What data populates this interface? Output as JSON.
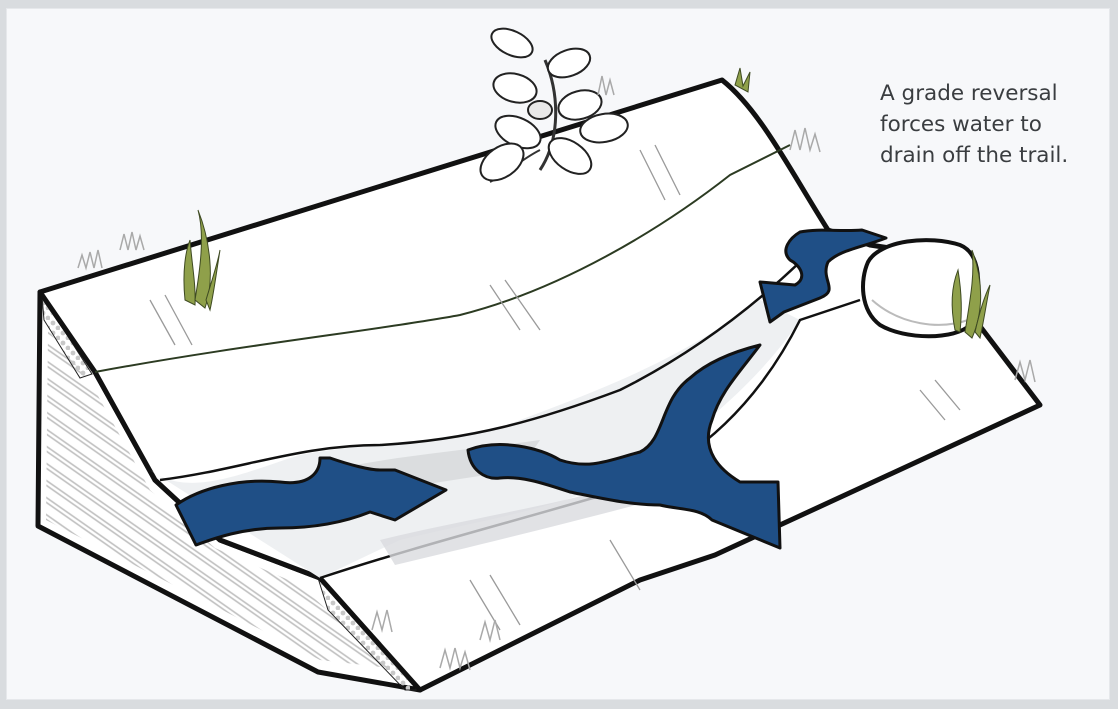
{
  "caption": {
    "lines": [
      "A grade reversal",
      "forces water to",
      "drain off the trail."
    ]
  },
  "colors": {
    "water": "#1f4f86",
    "outline": "#111111",
    "plant": "#8fa04a",
    "grass": "#a9a9a9",
    "ground": "#ffffff"
  },
  "icons": [
    "plant-leaves-icon",
    "grass-tuft-icon",
    "rock-icon",
    "water-arrow-icon"
  ]
}
